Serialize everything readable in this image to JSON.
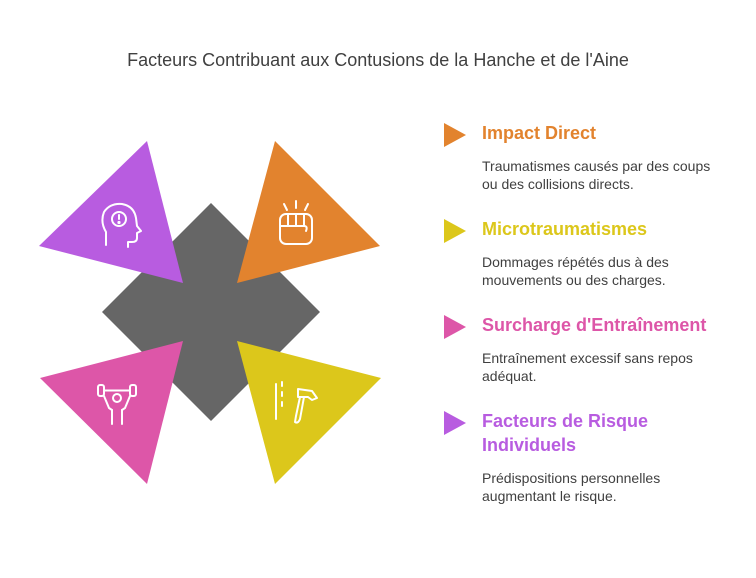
{
  "title": "Facteurs Contribuant aux Contusions de la Hanche et de l'Aine",
  "colors": {
    "cross": "#666666",
    "orange": "#E2832E",
    "yellow": "#DCC71B",
    "pink": "#DD56A8",
    "purple": "#B85CE0"
  },
  "factors": [
    {
      "heading": "Impact Direct",
      "description": "Traumatismes causés par des coups ou des collisions directs.",
      "color": "#E2832E",
      "icon": "fist-impact-icon"
    },
    {
      "heading": "Microtraumatismes",
      "description": "Dommages répétés dus à des mouvements ou des charges.",
      "color": "#DCC71B",
      "icon": "hammer-icon"
    },
    {
      "heading": "Surcharge d'Entraînement",
      "description": "Entraînement excessif sans repos adéquat.",
      "color": "#DD56A8",
      "icon": "weightlifter-icon"
    },
    {
      "heading": "Facteurs de Risque Individuels",
      "description": "Prédispositions personnelles augmentant le risque.",
      "color": "#B85CE0",
      "icon": "head-alert-icon"
    }
  ]
}
